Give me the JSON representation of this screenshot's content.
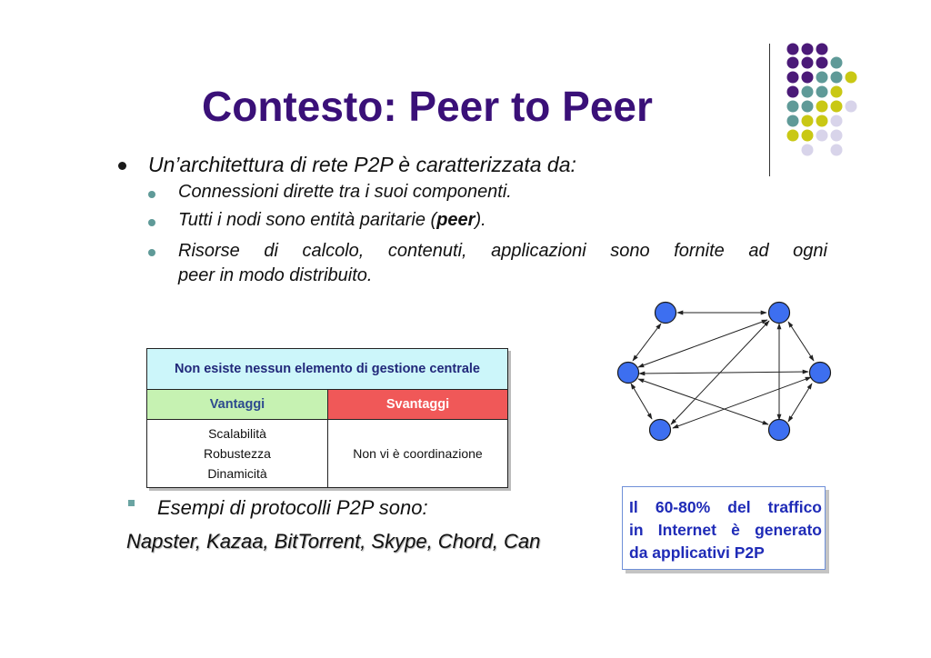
{
  "slide": {
    "title": "Contesto: Peer to Peer",
    "main_bullet": "Un’architettura di rete P2P è caratterizzata da:",
    "sub_bullets": [
      {
        "text": "Connessioni dirette tra i suoi componenti."
      },
      {
        "before": "Tutti i nodi sono entità paritarie (",
        "bold": "peer",
        "after": ")."
      },
      {
        "line1": "Risorse di calcolo, contenuti, applicazioni sono fornite ad ogni",
        "line2": "peer in modo distribuito."
      }
    ],
    "table": {
      "header": "Non esiste nessun elemento di gestione centrale",
      "col_left": "Vantaggi",
      "col_right": "Svantaggi",
      "left_items": [
        "Scalabilità",
        "Robustezza",
        "Dinamicità"
      ],
      "right_item": "Non vi è coordinazione"
    },
    "examples_label": "Esempi di protocolli P2P sono:",
    "examples_list": "Napster, Kazaa, BitTorrent, Skype, Chord, Can",
    "callout": {
      "line1": "Il 60-80% del traffico",
      "line2": "in Internet è generato",
      "line3": "da applicativi P2P"
    }
  },
  "colors": {
    "title": "#3a1078",
    "table_header_bg": "#ccf6fa",
    "vantaggi_bg": "#c6f2b2",
    "svantaggi_bg": "#f05858",
    "node_fill": "#3d6ff0",
    "callout_text": "#1f2bb7",
    "dot_purple": "#4b1a78",
    "dot_teal": "#5f9a98",
    "dot_yellow": "#c9c814",
    "dot_lavender": "#d8d4ea"
  },
  "icons": {
    "bullet": "filled-circle-bullet",
    "square_bullet": "square-bullet"
  }
}
